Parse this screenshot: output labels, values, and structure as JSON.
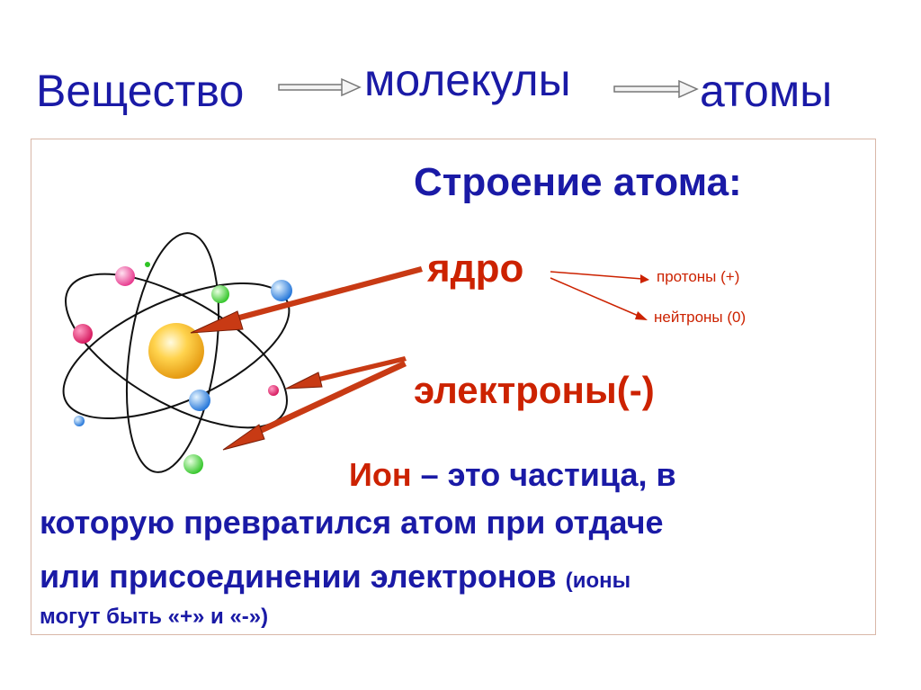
{
  "header": {
    "substance": "Вещество",
    "molecules": "молекулы",
    "atoms": "атомы"
  },
  "box": {
    "title": "Строение атома:",
    "nucleus": "ядро",
    "protons": "протоны (+)",
    "neutrons": "нейтроны (0)",
    "electrons": "электроны(-)",
    "ion_word": "Ион",
    "ion_def_1": "– это частица, в",
    "ion_def_2": "которую превратился атом при отдаче",
    "ion_def_3": "или присоединении электронов",
    "ion_note_1": "(ионы",
    "ion_note_2": "могут быть «+» и «-»)"
  },
  "colors": {
    "text_blue": "#1a1aa6",
    "accent_red": "#cc2200",
    "frame_border": "#d9b7a8",
    "nucleus_fill": "#f5b31c",
    "arrow_fill": "#c83a14"
  }
}
